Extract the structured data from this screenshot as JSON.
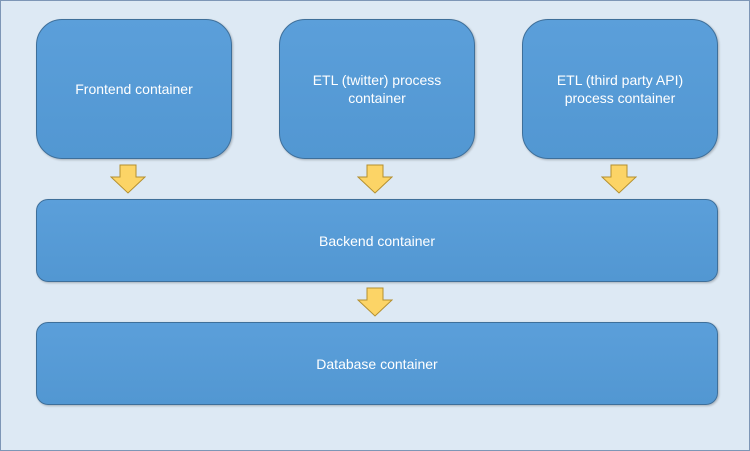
{
  "diagram": {
    "boxes": {
      "frontend": "Frontend container",
      "etl_twitter": "ETL (twitter) process\ncontainer",
      "etl_third_party": "ETL (third party API)\nprocess container",
      "backend": "Backend container",
      "database": "Database container"
    },
    "colors": {
      "background": "#dde9f4",
      "box_fill": "#5b9fda",
      "box_border": "#3e6f9a",
      "arrow_fill": "#fcd466",
      "arrow_border": "#b38f2f",
      "text": "#ffffff"
    }
  }
}
